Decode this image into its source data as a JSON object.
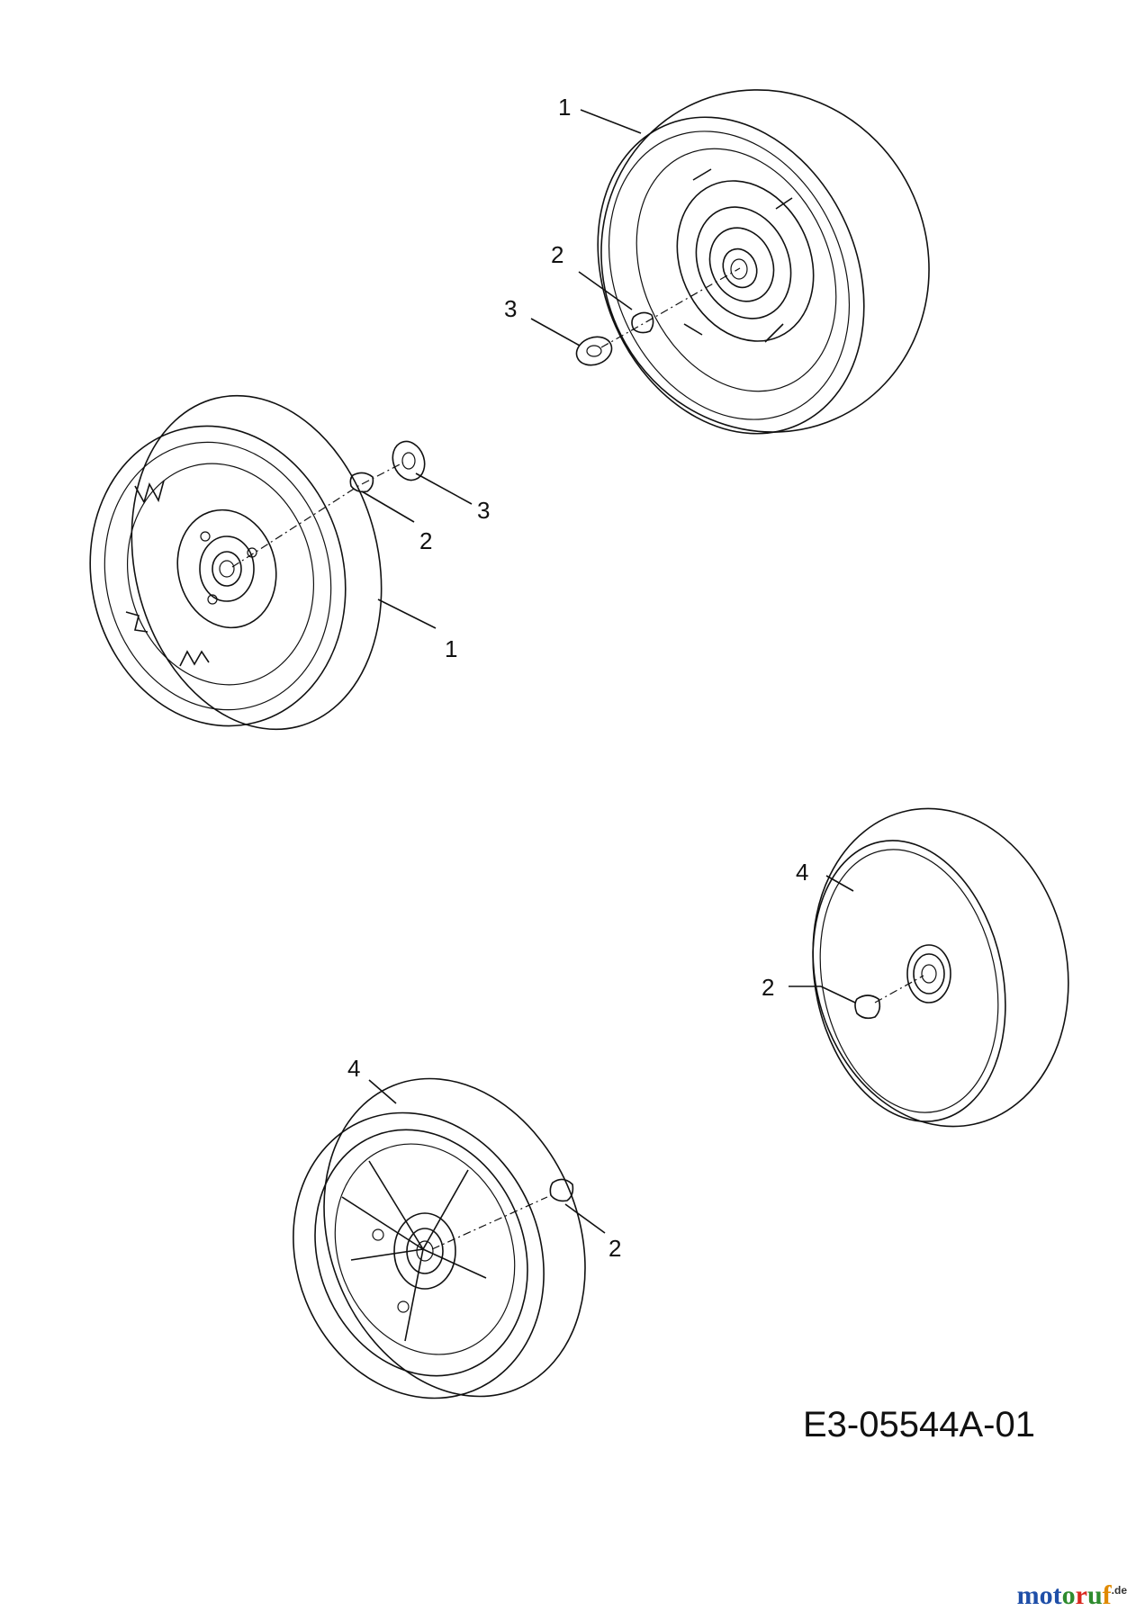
{
  "diagram": {
    "drawing_code": "E3-05544A-01",
    "callouts": {
      "rear_right_wheel": "1",
      "rear_right_clip": "2",
      "rear_right_washer": "3",
      "rear_left_wheel": "1",
      "rear_left_clip": "2",
      "rear_left_washer": "3",
      "front_right_wheel": "4",
      "front_right_clip": "2",
      "front_left_wheel": "4",
      "front_left_clip": "2"
    }
  },
  "brand": {
    "logo_text": "motoruf",
    "logo_tld": ".de",
    "letter_colors": [
      "#1f4fa8",
      "#1f4fa8",
      "#1f4fa8",
      "#2e8b2e",
      "#d9281e",
      "#2e8b2e",
      "#e08a00"
    ]
  }
}
